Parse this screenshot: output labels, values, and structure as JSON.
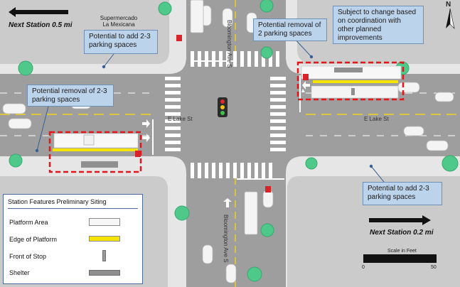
{
  "labels": {
    "store_line1": "Supermercado",
    "store_line2": "La Mexicana",
    "street_h_left": "E Lake St",
    "street_h_right": "E Lake St",
    "street_v_top": "Bloomington Ave S",
    "street_v_bottom": "Bloomington Ave S",
    "north": "N"
  },
  "navigation": {
    "west": "Next Station 0.5 mi",
    "east": "Next Station 0.2 mi"
  },
  "callouts": {
    "add_top_left": "Potential to add 2-3 parking spaces",
    "removal_top_right": "Potential removal of 2 parking spaces",
    "subject_change": "Subject to change based on coordination with other planned improvements",
    "removal_left": "Potential removal of 2-3 parking spaces",
    "add_bottom_right": "Potential to add 2-3 parking spaces"
  },
  "legend": {
    "title": "Station Features Preliminary Siting",
    "items": [
      {
        "label": "Platform Area",
        "icon": "platform-area-icon"
      },
      {
        "label": "Edge of Platform",
        "icon": "edge-of-platform-icon"
      },
      {
        "label": "Front of Stop",
        "icon": "front-of-stop-icon"
      },
      {
        "label": "Shelter",
        "icon": "shelter-icon"
      }
    ]
  },
  "scale": {
    "title": "Scale in Feet",
    "min": "0",
    "max": "50"
  },
  "colors": {
    "platform_outline": "#e3161b",
    "edge_of_platform": "#f5e400",
    "callout_fill": "#bcd3ec",
    "callout_border": "#6f8fb4",
    "road": "#9e9e9e",
    "sidewalk": "#e6e6e6",
    "block": "#cbcbcb",
    "tree": "#4fc98a",
    "bus_stop_sign": "#d8232a"
  }
}
